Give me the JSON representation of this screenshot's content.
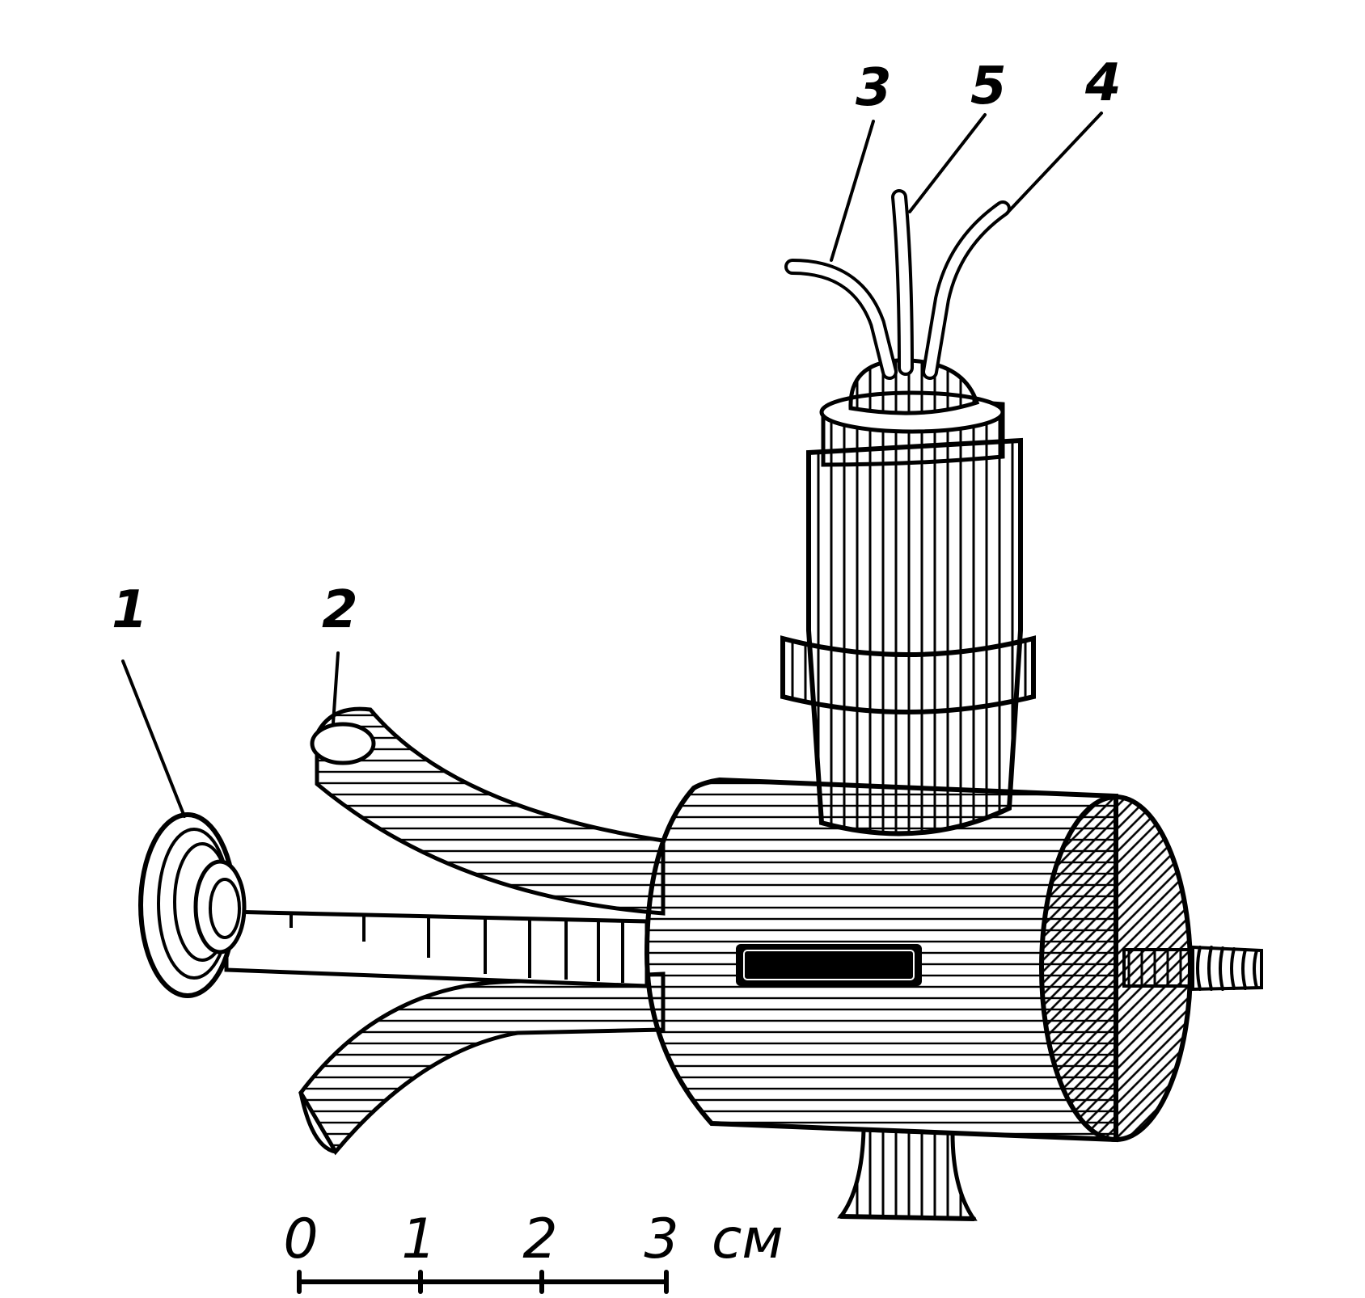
{
  "labels": {
    "l1": "1",
    "l2": "2",
    "l3": "3",
    "l4": "4",
    "l5": "5"
  },
  "scale_bar": {
    "ticks": [
      "0",
      "1",
      "2",
      "3"
    ],
    "unit": "см"
  },
  "icons": {
    "knob": "disc-knob",
    "rod": "graduated-rod",
    "body": "horizontal-cylinder",
    "column": "ribbed-vertical-column",
    "tube": "curved-tube",
    "screw": "threaded-bolt"
  },
  "colors": {
    "ink": "#000000",
    "paper": "#ffffff"
  }
}
